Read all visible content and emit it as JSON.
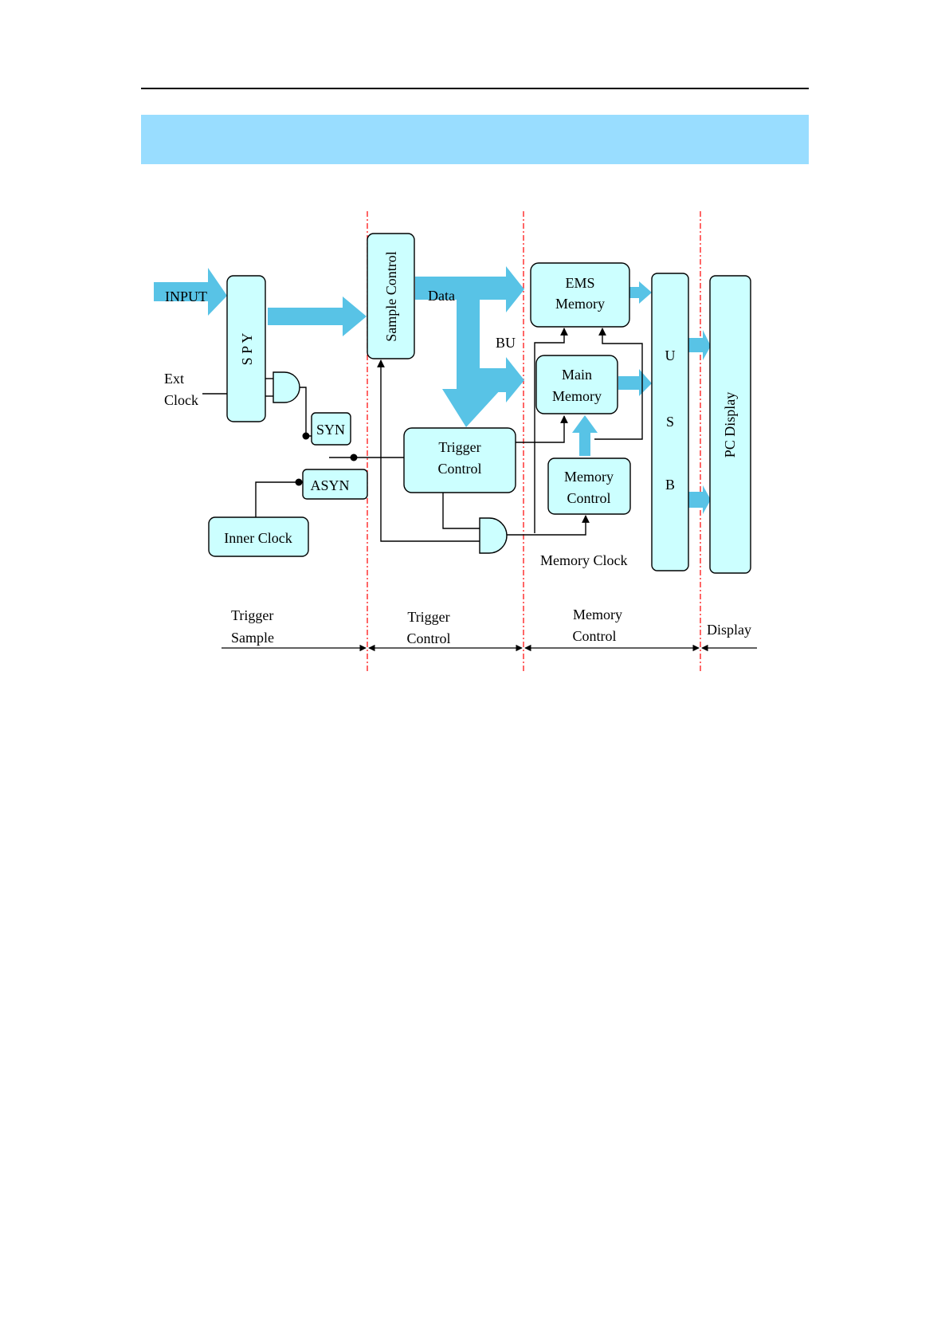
{
  "header_band": {
    "color": "#99ddff"
  },
  "blocks": {
    "input": "INPUT",
    "spy": "S P Y",
    "sample_control": "Sample Control",
    "ext_clock": [
      "Ext",
      "Clock"
    ],
    "syn": "SYN",
    "asyn": "ASYN",
    "inner_clock": "Inner Clock",
    "data": "Data",
    "bu": "BU",
    "trigger_control": [
      "Trigger",
      "Control"
    ],
    "ems_memory": [
      "EMS",
      "Memory"
    ],
    "main_memory": [
      "Main",
      "Memory"
    ],
    "memory_control": [
      "Memory",
      "Control"
    ],
    "memory_clock": "Memory Clock",
    "usb": [
      "U",
      "S",
      "B"
    ],
    "pc_display": "PC Display"
  },
  "stages": {
    "trigger_sample": [
      "Trigger",
      "Sample"
    ],
    "trigger_control": [
      "Trigger",
      "Control"
    ],
    "memory_control": [
      "Memory",
      "Control"
    ],
    "display": "Display"
  },
  "colors": {
    "block_fill": "#ccffff",
    "bus_arrow": "#58c3e6",
    "separator": "#ff0000"
  }
}
